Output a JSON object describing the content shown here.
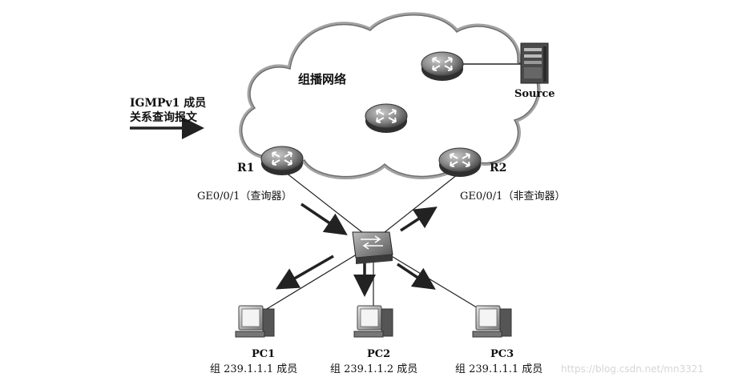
{
  "cloud_label": "组播网络",
  "query_note": {
    "line1": "IGMPv1 成员",
    "line2": "关系查询报文"
  },
  "source_label": "Source",
  "routers": {
    "r1": {
      "name": "R1",
      "port": "GE0/0/1（查询器）"
    },
    "r2": {
      "name": "R2",
      "port": "GE0/0/1（非查询器）"
    }
  },
  "pcs": [
    {
      "name": "PC1",
      "group": "组 239.1.1.1 成员"
    },
    {
      "name": "PC2",
      "group": "组 239.1.1.2 成员"
    },
    {
      "name": "PC3",
      "group": "组 239.1.1.1 成员"
    }
  ],
  "watermark": "https://blog.csdn.net/mn3321"
}
